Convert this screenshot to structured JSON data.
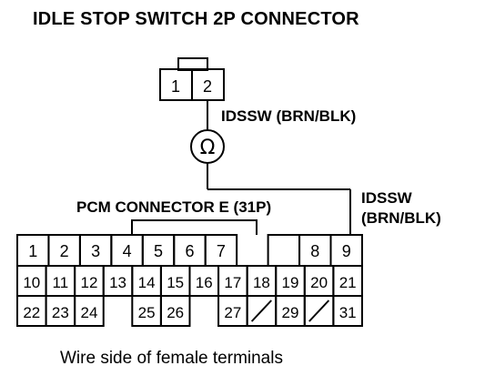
{
  "title": "IDLE STOP SWITCH 2P CONNECTOR",
  "switch_connector": {
    "pins": [
      "1",
      "2"
    ]
  },
  "wire_label_1": "IDSSW (BRN/BLK)",
  "wire_label_2": {
    "line1": "IDSSW",
    "line2": "(BRN/BLK)"
  },
  "ohm_symbol": "Ω",
  "pcm_label": "PCM CONNECTOR E (31P)",
  "pcm_pins": {
    "row1": [
      "1",
      "2",
      "3",
      "4",
      "5",
      "6",
      "7",
      "8",
      "9"
    ],
    "row2": [
      "10",
      "11",
      "12",
      "13",
      "14",
      "15",
      "16",
      "17",
      "18",
      "19",
      "20",
      "21"
    ],
    "row3": [
      "22",
      "23",
      "24",
      "25",
      "26",
      "27",
      "29",
      "31"
    ]
  },
  "caption": "Wire side of female terminals"
}
